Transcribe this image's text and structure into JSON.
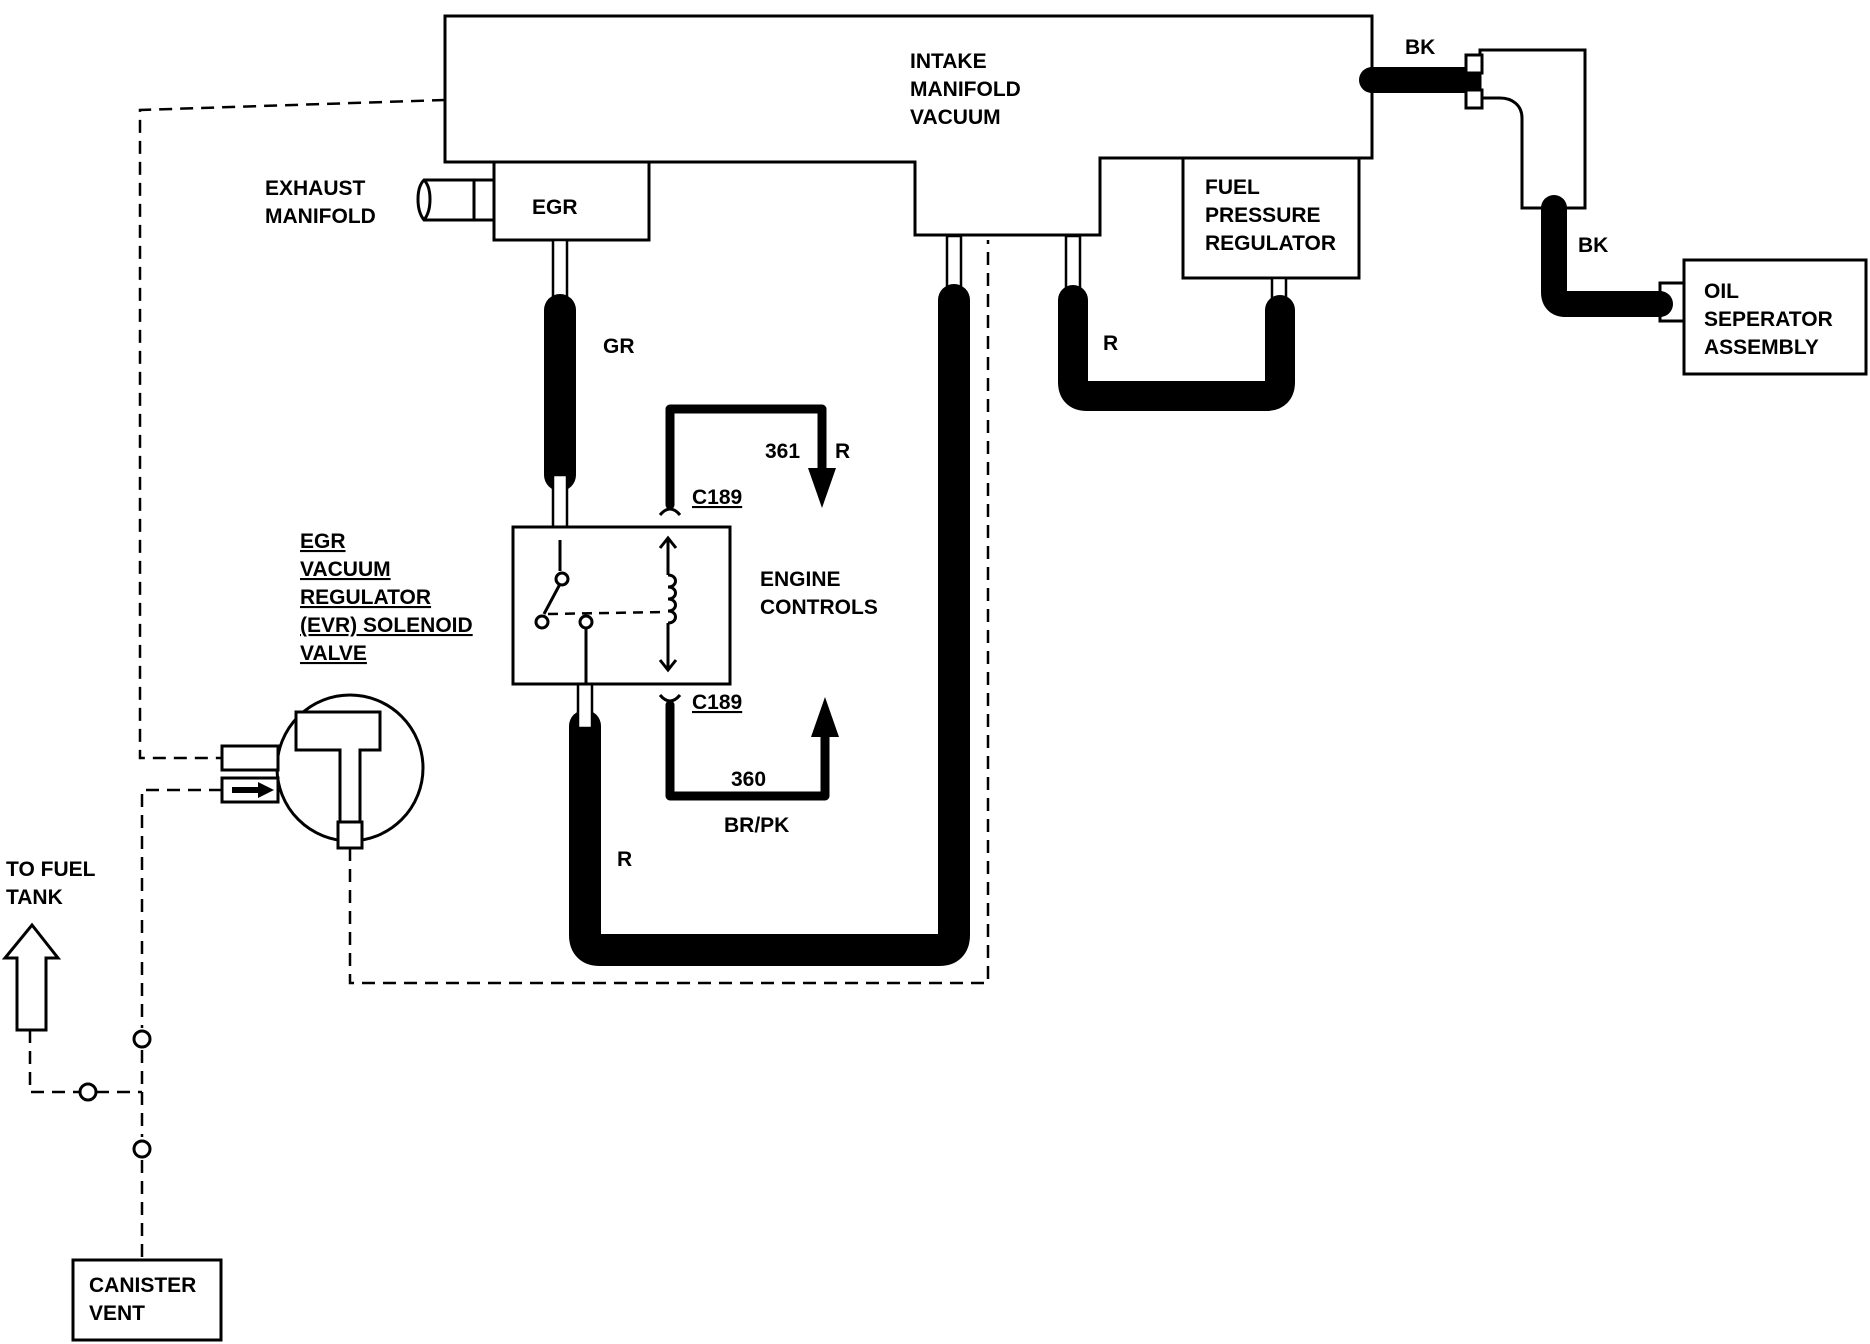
{
  "components": {
    "intake_manifold": [
      "INTAKE",
      "MANIFOLD",
      "VACUUM"
    ],
    "exhaust_manifold": [
      "EXHAUST",
      "MANIFOLD"
    ],
    "egr": "EGR",
    "fuel_pressure_regulator": [
      "FUEL",
      "PRESSURE",
      "REGULATOR"
    ],
    "oil_separator": [
      "OIL",
      "SEPERATOR",
      "ASSEMBLY"
    ],
    "evr_solenoid": [
      "EGR",
      "VACUUM",
      "REGULATOR",
      "(EVR) SOLENOID",
      "VALVE"
    ],
    "engine_controls": [
      "ENGINE",
      "CONTROLS"
    ],
    "to_fuel_tank": [
      "TO FUEL",
      "TANK"
    ],
    "canister_vent": [
      "CANISTER",
      "VENT"
    ]
  },
  "hose_colors": {
    "bk_top": "BK",
    "bk_right": "BK",
    "gr": "GR",
    "r_regulator": "R",
    "r_main": "R"
  },
  "circuits": {
    "c189_top": "C189",
    "c189_bottom": "C189",
    "wire_361": "361",
    "wire_361_color": "R",
    "wire_360": "360",
    "wire_360_color": "BR/PK"
  }
}
